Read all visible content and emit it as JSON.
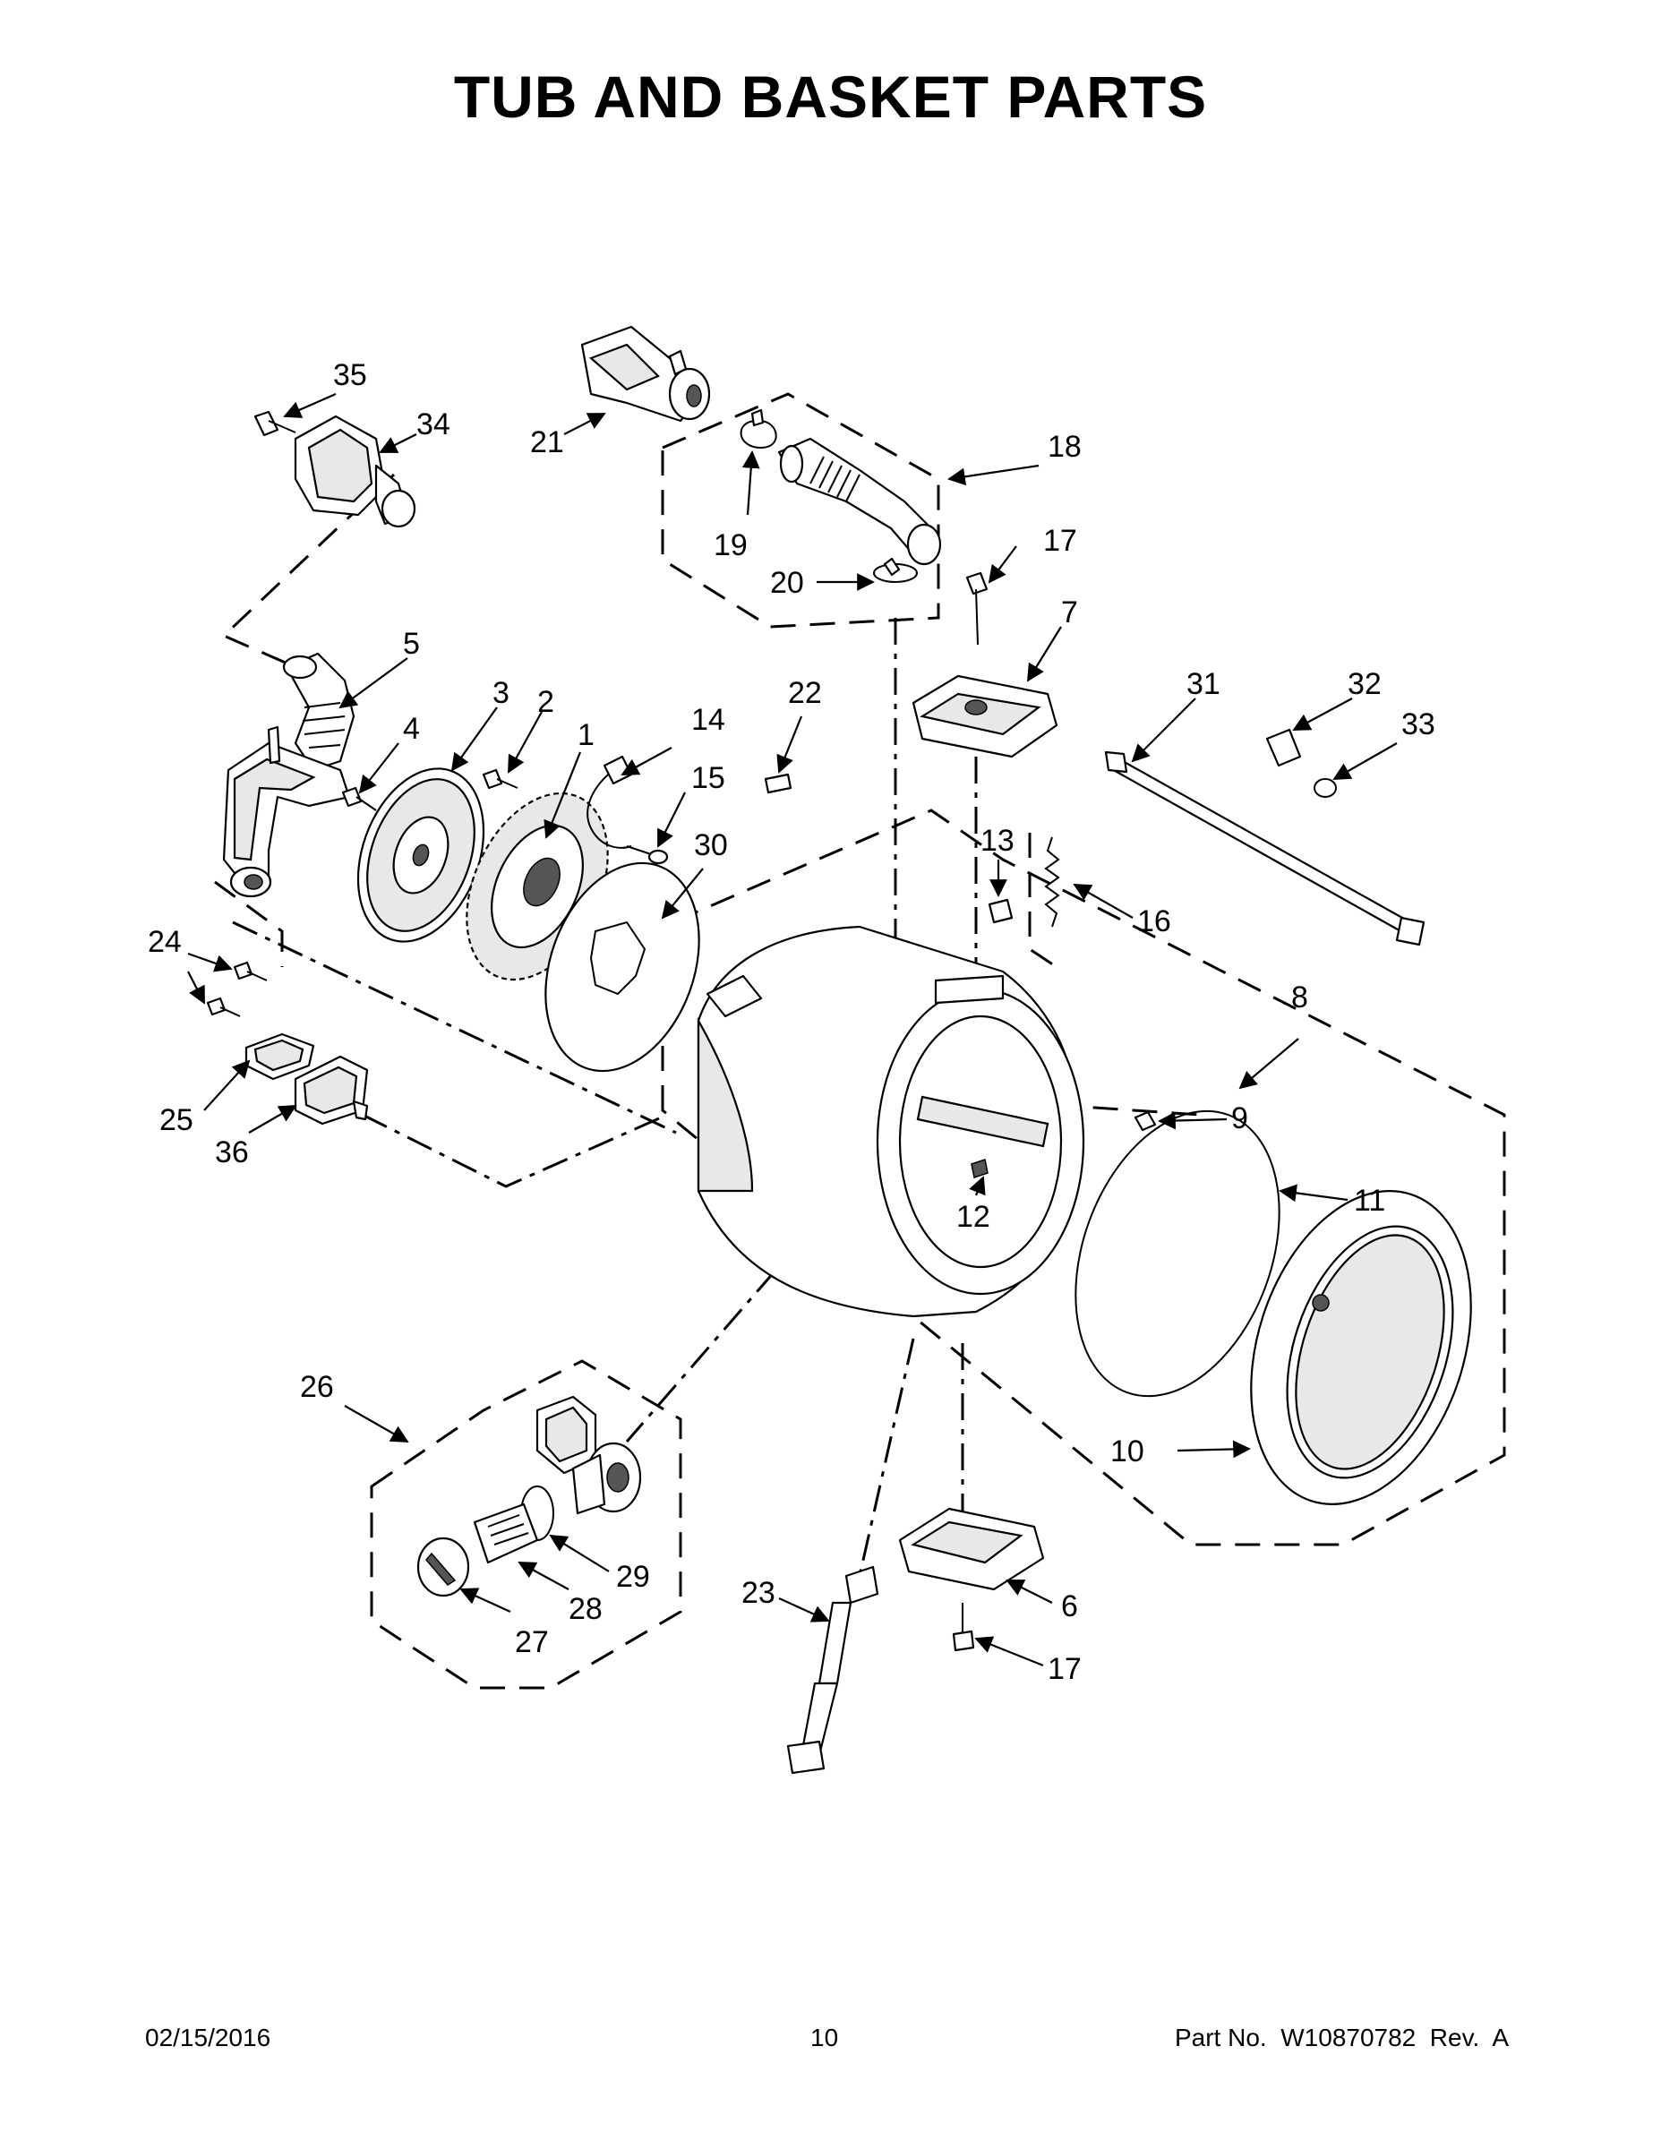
{
  "title": "TUB AND BASKET PARTS",
  "footer": {
    "date": "02/15/2016",
    "page": "10",
    "part_number": "Part No.  W10870782  Rev.  A"
  },
  "callouts": {
    "c1": "1",
    "c2": "2",
    "c3": "3",
    "c4": "4",
    "c5": "5",
    "c6": "6",
    "c7": "7",
    "c8": "8",
    "c9": "9",
    "c10": "10",
    "c11": "11",
    "c12": "12",
    "c13": "13",
    "c14": "14",
    "c15": "15",
    "c16": "16",
    "c17a": "17",
    "c17b": "17",
    "c18": "18",
    "c19": "19",
    "c20": "20",
    "c21": "21",
    "c22": "22",
    "c23": "23",
    "c24": "24",
    "c25": "25",
    "c26": "26",
    "c27": "27",
    "c28": "28",
    "c29": "29",
    "c30": "30",
    "c31": "31",
    "c32": "32",
    "c33": "33",
    "c34": "34",
    "c35": "35",
    "c36": "36"
  }
}
